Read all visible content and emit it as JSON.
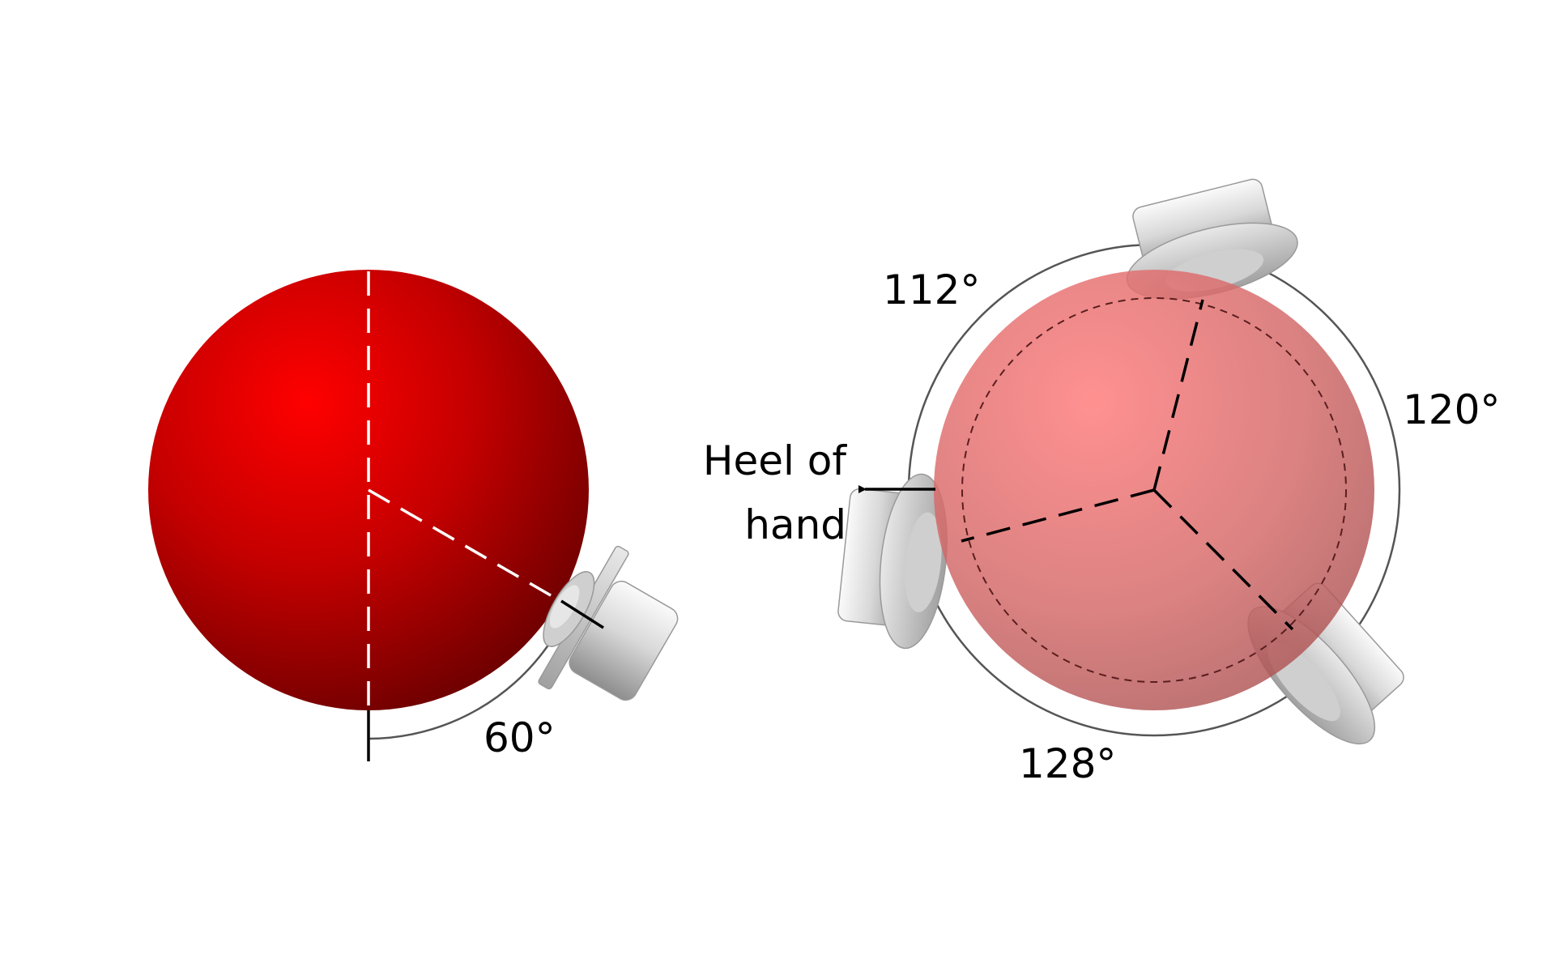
{
  "labels": {
    "left_angle": "60°",
    "angle_top_left": "112°",
    "angle_right": "120°",
    "angle_bottom": "128°",
    "heel_line1": "Heel of",
    "heel_line2": "hand"
  },
  "colors": {
    "ball_center": "#ff0000",
    "ball_mid": "#c40000",
    "ball_edge": "#6e0000",
    "ghost_ball": "#c94b4b",
    "cup_light": "#f2f2f2",
    "cup_dark": "#9a9a9a",
    "guide_line": "#555555"
  },
  "angles_deg": {
    "left_thumb": 60,
    "finger_a": 112,
    "finger_b": 120,
    "finger_c": 128
  }
}
